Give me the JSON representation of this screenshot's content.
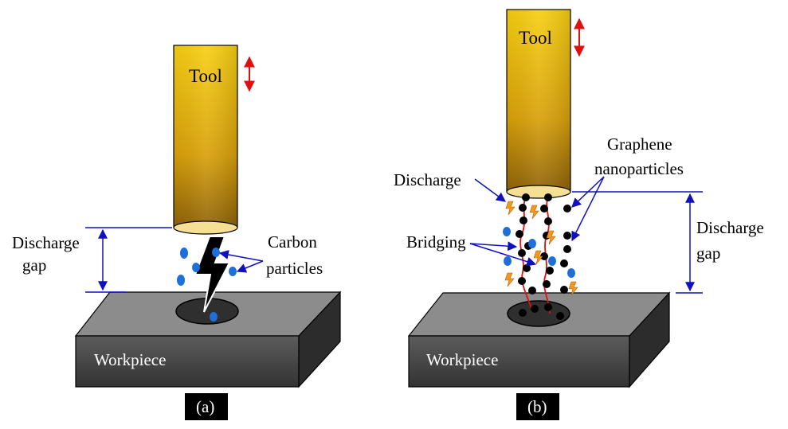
{
  "panel_a": {
    "tool_label": "Tool",
    "gap_label_line1": "Discharge",
    "gap_label_line2": "gap",
    "particles_label_line1": "Carbon",
    "particles_label_line2": "particles",
    "workpiece_label": "Workpiece",
    "panel_label": "(a)"
  },
  "panel_b": {
    "tool_label": "Tool",
    "discharge_label": "Discharge",
    "bridging_label": "Bridging",
    "graphene_label_line1": "Graphene",
    "graphene_label_line2": "nanoparticles",
    "gap_label_line1": "Discharge",
    "gap_label_line2": "gap",
    "workpiece_label": "Workpiece",
    "panel_label": "(b)"
  },
  "colors": {
    "tool_gold": "#f2c200",
    "tool_dark": "#9a6a08",
    "workpiece_top": "#8a8a8a",
    "workpiece_front": "#4a4a4a",
    "carbon_particle": "#1e6fd9",
    "graphene_particle": "#000000",
    "annotation_arrow": "#1010c0",
    "motion_arrow": "#e01010",
    "bridge_line": "#e01010",
    "spark": "#f39a1e"
  }
}
